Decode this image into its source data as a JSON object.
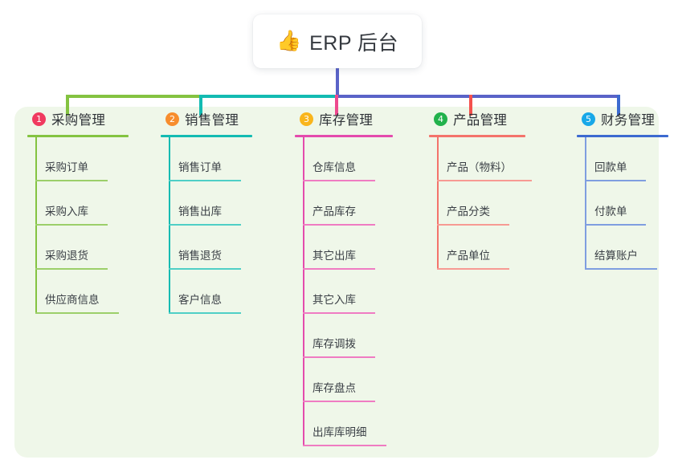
{
  "diagram": {
    "type": "tree-mindmap",
    "root": {
      "icon": "thumbs-up-icon",
      "emoji": "👍",
      "title": "ERP 后台"
    },
    "panel_color": "#eff7e9",
    "bus_color": "#5a63c8",
    "columns": [
      {
        "index": "1",
        "title": "采购管理",
        "badge_color": "#f03a5f",
        "line_color": "#84c341",
        "drop_color": "#84c341",
        "items": [
          "采购订单",
          "采购入库",
          "采购退货",
          "供应商信息"
        ]
      },
      {
        "index": "2",
        "title": "销售管理",
        "badge_color": "#f78d2d",
        "line_color": "#13bbb2",
        "drop_color": "#13bbb2",
        "items": [
          "销售订单",
          "销售出库",
          "销售退货",
          "客户信息"
        ]
      },
      {
        "index": "3",
        "title": "库存管理",
        "badge_color": "#f9b51c",
        "line_color": "#e44bad",
        "drop_color": "#ee4a8e",
        "items": [
          "仓库信息",
          "产品库存",
          "其它出库",
          "其它入库",
          "库存调拨",
          "库存盘点",
          "出库库明细"
        ]
      },
      {
        "index": "4",
        "title": "产品管理",
        "badge_color": "#22b24c",
        "line_color": "#f4736b",
        "drop_color": "#f4514d",
        "items": [
          "产品（物料）",
          "产品分类",
          "产品单位"
        ]
      },
      {
        "index": "5",
        "title": "财务管理",
        "badge_color": "#18a8e8",
        "line_color": "#3c6ad0",
        "drop_color": "#3c6ad0",
        "items": [
          "回款单",
          "付款单",
          "结算账户"
        ]
      }
    ]
  }
}
